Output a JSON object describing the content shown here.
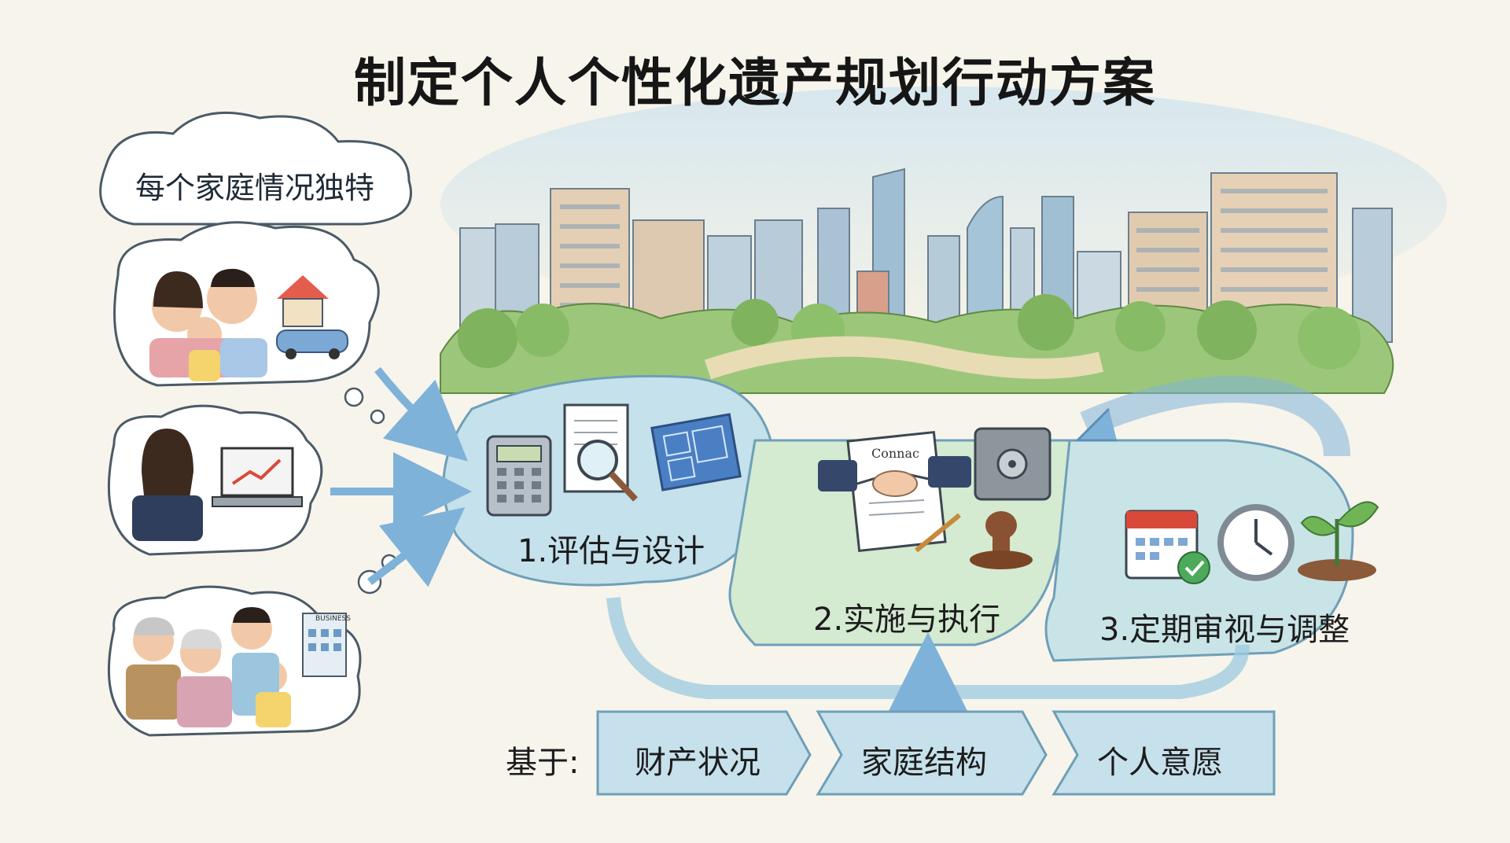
{
  "title": "制定个人个性化遗产规划行动方案",
  "family_cloud": {
    "label": "每个家庭情况独特",
    "business_sign": "BUSINESS"
  },
  "steps": [
    {
      "label": "1.评估与设计"
    },
    {
      "label": "2.实施与执行"
    },
    {
      "label": "3.定期审视与调整"
    }
  ],
  "contract": {
    "heading": "Connac"
  },
  "basis": {
    "prefix": "基于:",
    "items": [
      "财产状况",
      "家庭结构",
      "个人意愿"
    ]
  },
  "colors": {
    "path_blue": "#c4e1ec",
    "path_green": "#d4ead1",
    "arrow_blue": "#7fb2d8",
    "tree_green": "#6fa753",
    "paper": "#f7f4ec"
  }
}
